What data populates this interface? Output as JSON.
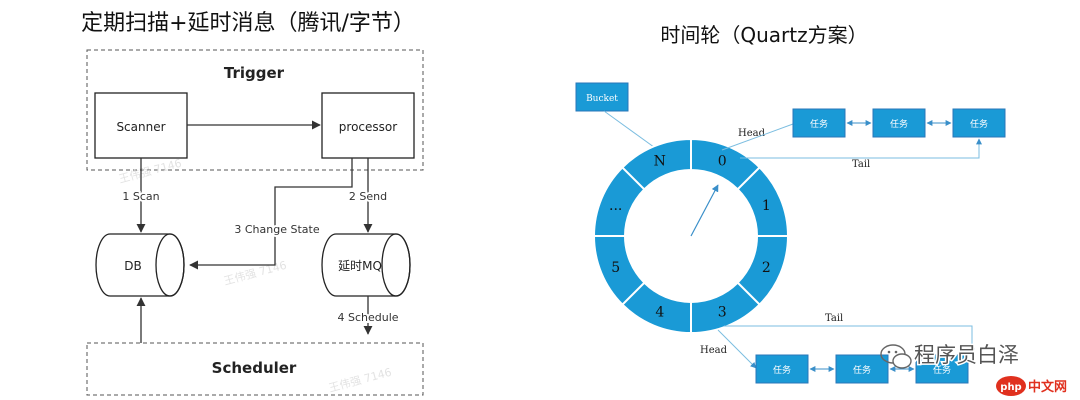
{
  "left": {
    "title": "定期扫描+延时消息（腾讯/字节）",
    "trigger_label": "Trigger",
    "scanner_label": "Scanner",
    "processor_label": "processor",
    "db_label": "DB",
    "mq_label": "延时MQ",
    "scheduler_label": "Scheduler",
    "step_scan": "1 Scan",
    "step_send": "2 Send",
    "step_change_state": "3 Change State",
    "step_schedule": "4 Schedule",
    "watermark": "王伟强 7146"
  },
  "right": {
    "title": "时间轮（Quartz方案）",
    "bucket_label": "Bucket",
    "head_label": "Head",
    "tail_label": "Tail",
    "task_label": "任务",
    "slots": [
      "0",
      "1",
      "2",
      "3",
      "4",
      "5",
      "...",
      "N"
    ]
  },
  "branding": {
    "wechat_account": "程序员白泽",
    "site_logo_php": "php",
    "site_logo_cn": "中文网"
  },
  "colors": {
    "ring_blue": "#1a9ad6",
    "ring_stroke": "#ffffff",
    "task_fill": "#1a9ad6",
    "task_stroke": "#2a77b8",
    "link_line": "#7bbde0",
    "line_dark": "#333333",
    "dashed_border": "#555555",
    "php_red": "#e0301e"
  }
}
